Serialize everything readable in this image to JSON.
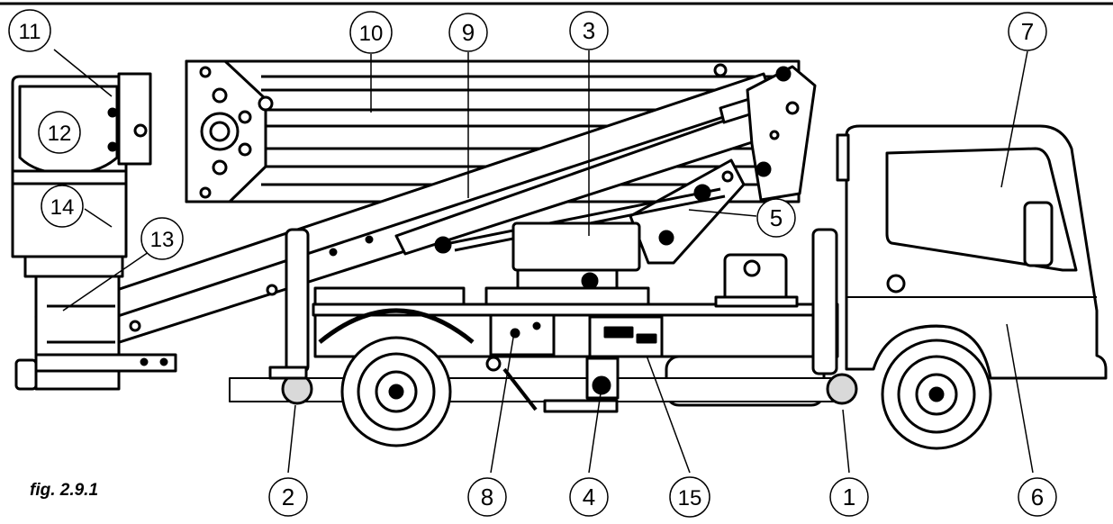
{
  "figure": {
    "caption": "fig. 2.9.1"
  },
  "callouts": [
    {
      "id": "c1",
      "label": "1"
    },
    {
      "id": "c2",
      "label": "2"
    },
    {
      "id": "c3",
      "label": "3"
    },
    {
      "id": "c4",
      "label": "4"
    },
    {
      "id": "c5",
      "label": "5"
    },
    {
      "id": "c6",
      "label": "6"
    },
    {
      "id": "c7",
      "label": "7"
    },
    {
      "id": "c8",
      "label": "8"
    },
    {
      "id": "c9",
      "label": "9"
    },
    {
      "id": "c10",
      "label": "10"
    },
    {
      "id": "c11",
      "label": "11"
    },
    {
      "id": "c12",
      "label": "12"
    },
    {
      "id": "c13",
      "label": "13"
    },
    {
      "id": "c14",
      "label": "14"
    },
    {
      "id": "c15",
      "label": "15"
    }
  ],
  "colors": {
    "line": "#000000",
    "fill": "#ffffff",
    "shade": "#d9d9d9"
  }
}
